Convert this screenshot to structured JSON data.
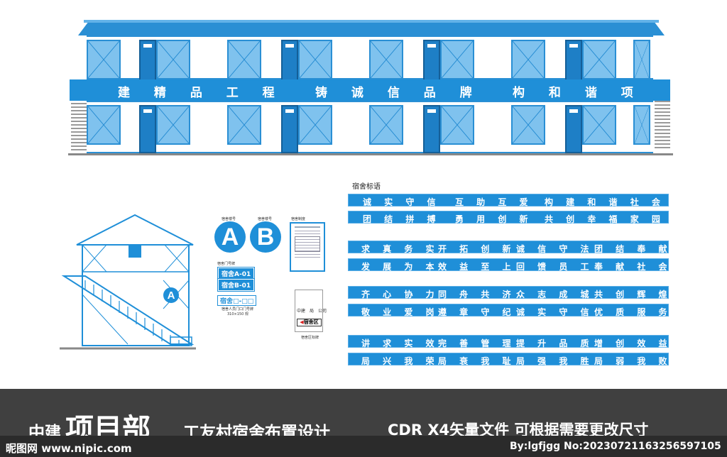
{
  "building": {
    "banner_groups": [
      "建 精 品 工 程",
      "铸 诚 信 品 牌",
      "构 和 谐 项 目"
    ]
  },
  "signs": {
    "circle_label_left": "宿舍楼号",
    "circle_label_right": "宿舍楼号",
    "circle_a": "A",
    "circle_b": "B",
    "rules_label": "宿舍制度",
    "door_sign_title": "宿舍门号牌",
    "door_sign_a": "宿舍A-01",
    "door_sign_b": "宿舍B-01",
    "door_small": "宿舍□-□□",
    "door_note": "宿舍人员门口门号牌",
    "door_note2": "310×150 规",
    "side_a": "A",
    "company_text": "中建　局　公司",
    "dorm_zone": "宿舍区",
    "zone_note": "宿舍区标牌"
  },
  "slogans": {
    "title": "宿舍标语",
    "rows": [
      [
        "诚 实 守 信",
        "互 助 互 爱",
        "构 建 和 谐 社 会"
      ],
      [
        "团 结 拼 搏",
        "勇 用 创 新",
        "共 创 幸 福 家 园"
      ],
      [
        "求 真 务 实",
        "开 拓 创 新",
        "诚 信 守 法",
        "团 结 奉 献"
      ],
      [
        "发 展 为 本",
        "效 益 至 上",
        "回 馈 员 工",
        "奉 献 社 会"
      ],
      [
        "齐 心 协 力",
        "同 舟 共 济",
        "众 志 成 城",
        "共 创 辉 煌"
      ],
      [
        "敬 业 爱 岗",
        "遵 章 守 纪",
        "诚 实 守 信",
        "优 质 服 务"
      ],
      [
        "讲 求 实 效",
        "完 善 管 理",
        "提 升 品 质",
        "增 创 效 益"
      ],
      [
        "局 兴 我 荣",
        "局 衰 我 耻",
        "局 强 我 胜",
        "局 弱 我 败"
      ]
    ]
  },
  "footer": {
    "prefix": "中建",
    "big": "项目部",
    "rest": "工友村宿舍布置设计",
    "format": "CDR X4矢量文件 可根据需要更改尺寸",
    "site": "昵图网 www.nipic.com",
    "byline": "By:lgfjgg No:20230721163256597105"
  }
}
